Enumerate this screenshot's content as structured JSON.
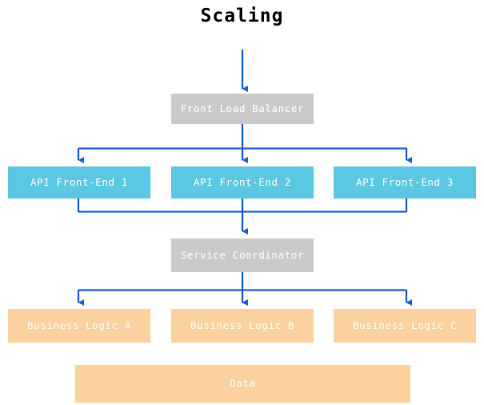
{
  "diagram": {
    "title": "Scaling",
    "type": "flowchart",
    "colors": {
      "background": "#ffffff",
      "title_text": "#000000",
      "node_text": "#ffffff",
      "gray_tier": "#ccc9cd",
      "cyan_tier": "#5bc8e3",
      "orange_tier": "#fbd1a0",
      "connector": "#1f62d4"
    },
    "tiers": [
      {
        "name": "load-balancer-tier",
        "style": "gray",
        "nodes": [
          {
            "id": "front-load-balancer",
            "label": "Front Load Balancer"
          }
        ]
      },
      {
        "name": "api-tier",
        "style": "cyan",
        "nodes": [
          {
            "id": "api-front-end-1",
            "label": "API Front-End 1"
          },
          {
            "id": "api-front-end-2",
            "label": "API Front-End 2"
          },
          {
            "id": "api-front-end-3",
            "label": "API Front-End 3"
          }
        ]
      },
      {
        "name": "coordinator-tier",
        "style": "gray",
        "nodes": [
          {
            "id": "service-coordinator",
            "label": "Service Coordinator"
          }
        ]
      },
      {
        "name": "business-logic-tier",
        "style": "orange",
        "nodes": [
          {
            "id": "business-logic-a",
            "label": "Business Logic A"
          },
          {
            "id": "business-logic-b",
            "label": "Business Logic B"
          },
          {
            "id": "business-logic-c",
            "label": "Business Logic C"
          }
        ]
      },
      {
        "name": "data-tier",
        "style": "orange",
        "nodes": [
          {
            "id": "data",
            "label": "Data"
          }
        ]
      }
    ],
    "edges": [
      {
        "from": "external-ingress",
        "to": "front-load-balancer"
      },
      {
        "from": "front-load-balancer",
        "to": "api-front-end-1"
      },
      {
        "from": "front-load-balancer",
        "to": "api-front-end-2"
      },
      {
        "from": "front-load-balancer",
        "to": "api-front-end-3"
      },
      {
        "from": "api-front-end-1",
        "to": "service-coordinator"
      },
      {
        "from": "api-front-end-2",
        "to": "service-coordinator"
      },
      {
        "from": "api-front-end-3",
        "to": "service-coordinator"
      },
      {
        "from": "service-coordinator",
        "to": "business-logic-a"
      },
      {
        "from": "service-coordinator",
        "to": "business-logic-b"
      },
      {
        "from": "service-coordinator",
        "to": "business-logic-c"
      }
    ]
  }
}
